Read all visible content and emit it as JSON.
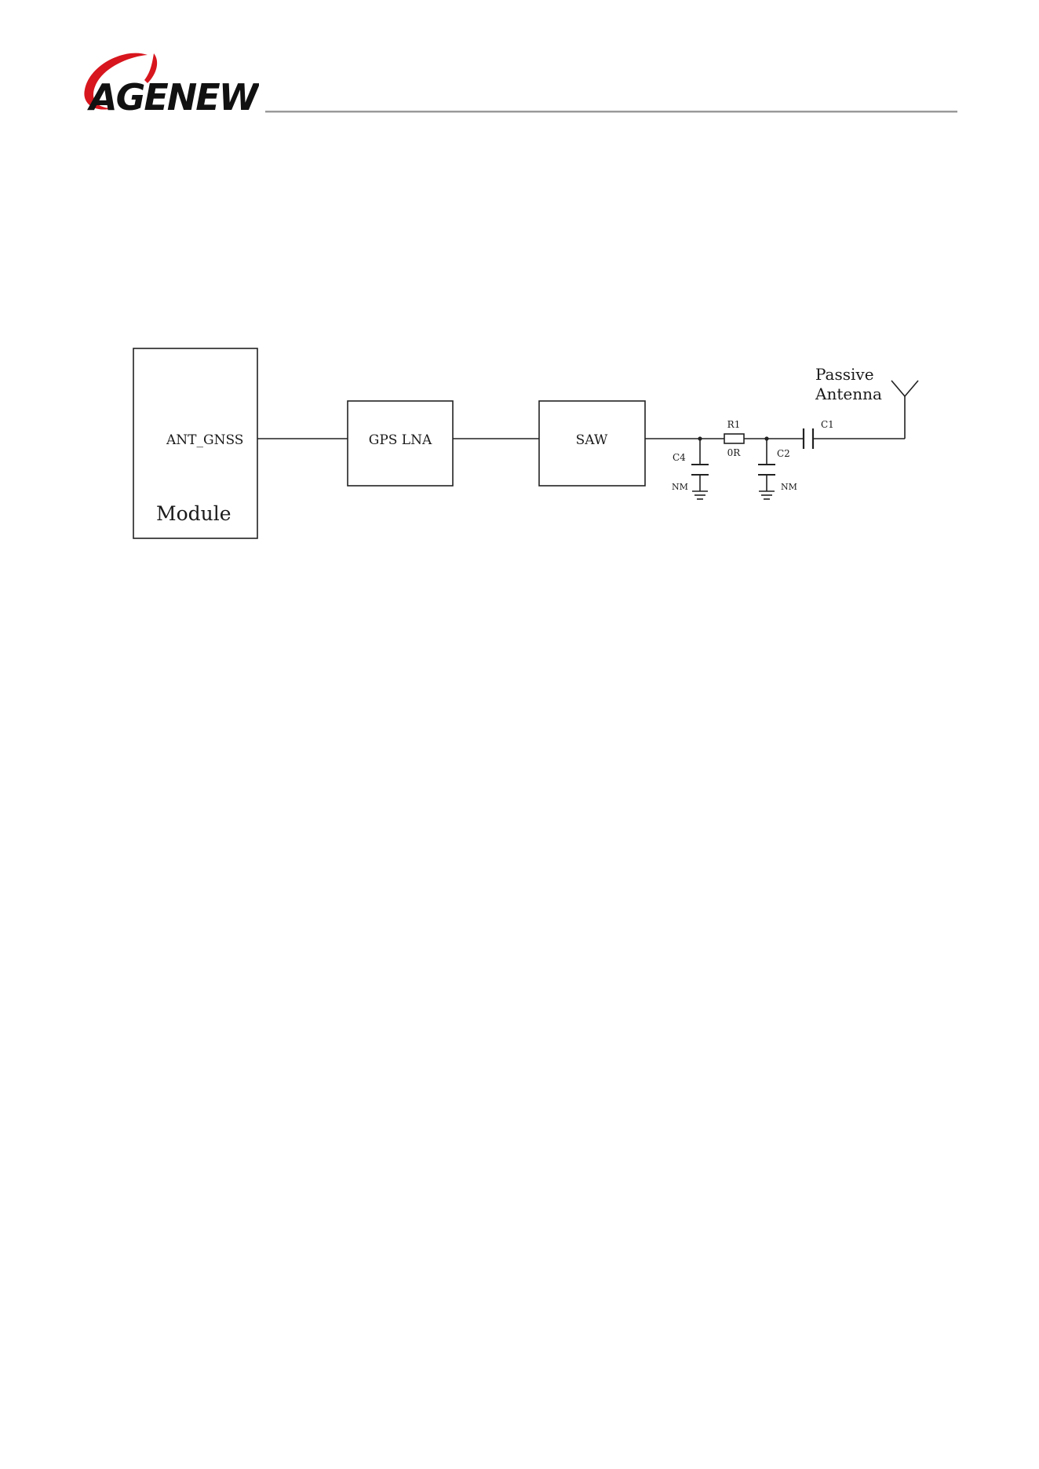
{
  "header": {
    "logo_text": "AGENEW"
  },
  "diagram": {
    "module_box": {
      "pin_label": "ANT_GNSS",
      "name": "Module"
    },
    "lna_box": {
      "label": "GPS LNA"
    },
    "saw_box": {
      "label": "SAW"
    },
    "components": {
      "r1": {
        "ref": "R1",
        "value": "0R"
      },
      "c1": {
        "ref": "C1"
      },
      "c2": {
        "ref": "C2",
        "value": "NM"
      },
      "c4": {
        "ref": "C4",
        "value": "NM"
      }
    },
    "antenna": {
      "label_line1": "Passive",
      "label_line2": "Antenna"
    }
  },
  "colors": {
    "logo_red": "#d7161e",
    "logo_black": "#111111",
    "line": "#222222"
  }
}
